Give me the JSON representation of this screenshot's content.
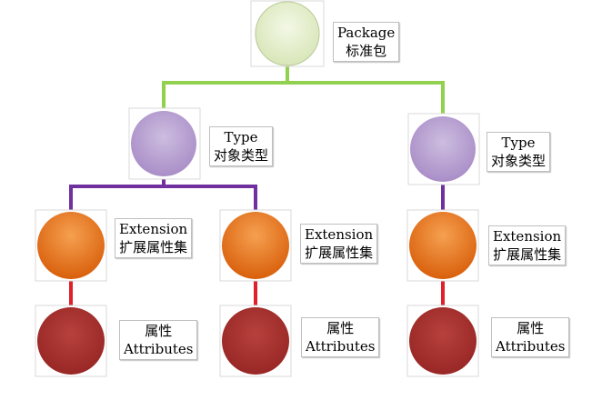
{
  "colors": {
    "package_fill": "#e6efcf",
    "type_fill": "#b9a3d0",
    "extension_fill": "#e8721a",
    "attributes_fill": "#a8312f",
    "package_link": "#92d050",
    "type_link": "#7030a0",
    "attribute_link": "#e0202a",
    "node_frame": "#d9d9d9"
  },
  "nodes": {
    "package": {
      "en": "Package",
      "zh": "标准包"
    },
    "type_left": {
      "en": "Type",
      "zh": "对象类型"
    },
    "type_right": {
      "en": "Type",
      "zh": "对象类型"
    },
    "ext_1": {
      "en": "Extension",
      "zh": "扩展属性集"
    },
    "ext_2": {
      "en": "Extension",
      "zh": "扩展属性集"
    },
    "ext_3": {
      "en": "Extension",
      "zh": "扩展属性集"
    },
    "attr_1": {
      "zh": "属性",
      "en": "Attributes"
    },
    "attr_2": {
      "zh": "属性",
      "en": "Attributes"
    },
    "attr_3": {
      "zh": "属性",
      "en": "Attributes"
    }
  }
}
